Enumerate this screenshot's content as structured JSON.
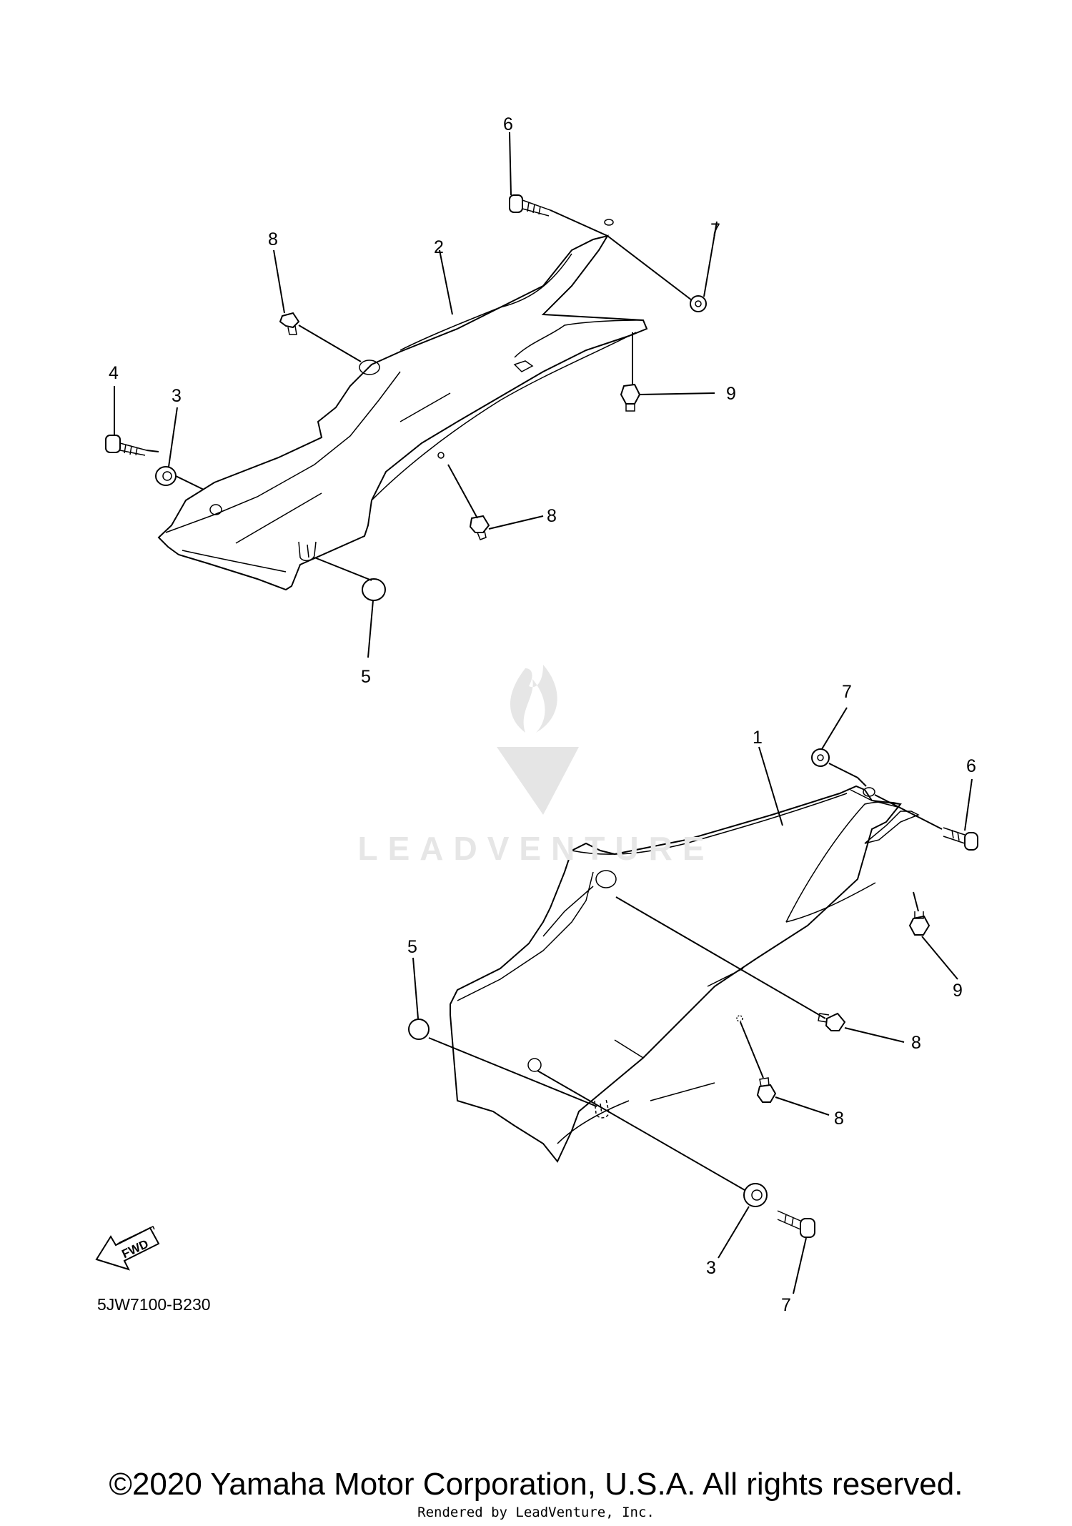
{
  "diagram_code": "5JW7100-B230",
  "copyright": "©2020 Yamaha Motor Corporation, U.S.A. All rights reserved.",
  "rendered_by": "Rendered by LeadVenture, Inc.",
  "watermark": "LEADVENTURE",
  "fwd_label": "FWD",
  "callouts": {
    "upper": [
      "6",
      "8",
      "2",
      "7",
      "4",
      "3",
      "9",
      "8",
      "5"
    ],
    "lower": [
      "7",
      "1",
      "6",
      "5",
      "9",
      "8",
      "8",
      "3",
      "7"
    ]
  }
}
